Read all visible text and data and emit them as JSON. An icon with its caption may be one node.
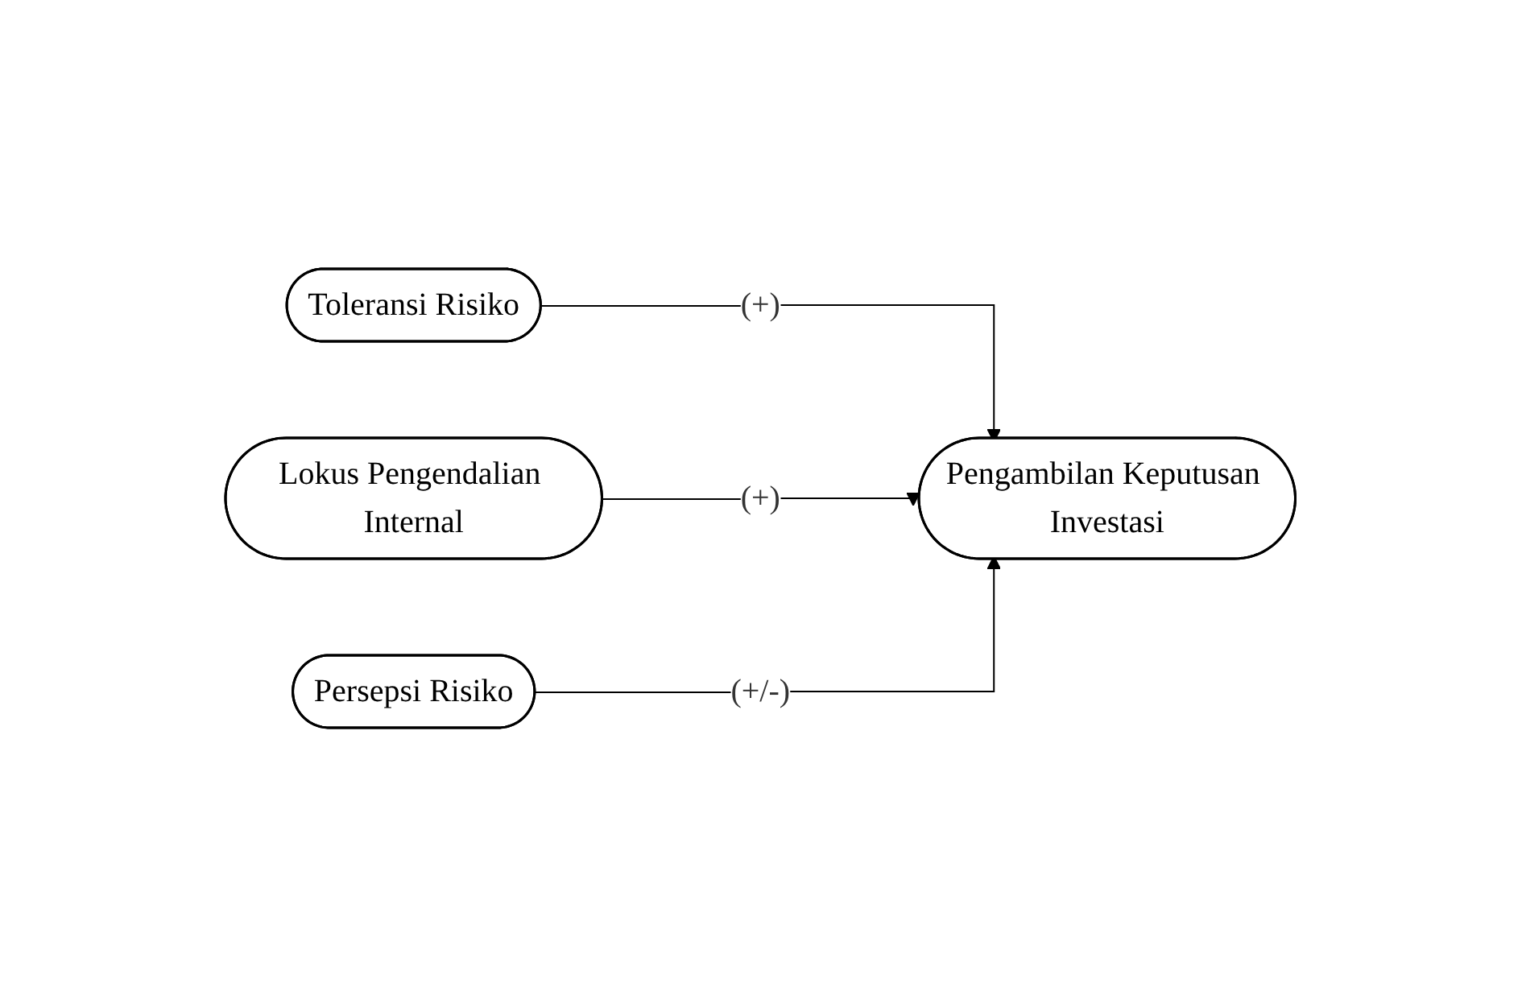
{
  "diagram": {
    "nodes": [
      {
        "text": [
          "Toleransi Risiko"
        ]
      },
      {
        "text": [
          "Lokus Pengendalian Internal"
        ]
      },
      {
        "text": [
          "Persepsi Risiko"
        ]
      },
      {
        "text": [
          "Pengambilan Keputusan Investasi"
        ]
      }
    ],
    "edges": [
      {
        "from": 0,
        "to": 3,
        "arrow": "to",
        "label": "(+)"
      },
      {
        "from": 1,
        "to": 3,
        "arrow": "to",
        "label": "(+)"
      },
      {
        "from": 2,
        "to": 3,
        "arrow": "to",
        "label": "(+/-)"
      }
    ]
  }
}
